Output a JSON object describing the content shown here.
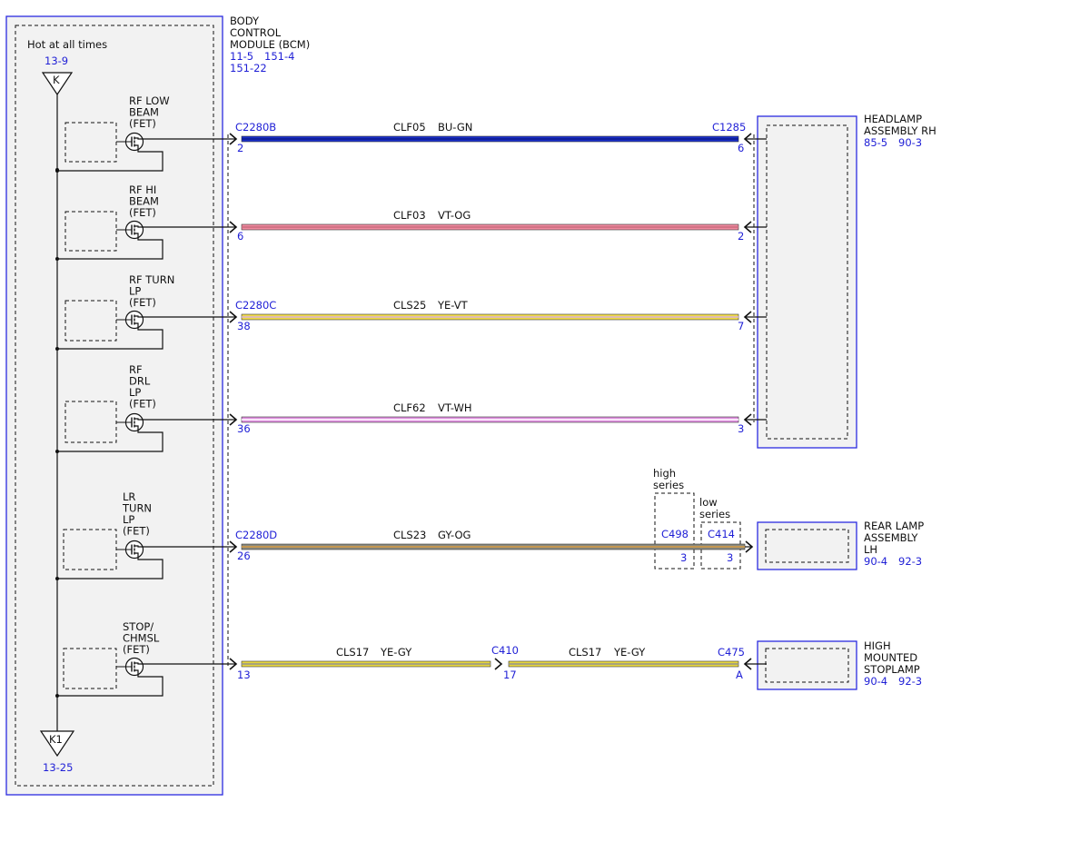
{
  "bcm": {
    "title_lines": [
      "BODY",
      "CONTROL",
      "MODULE (BCM)"
    ],
    "refs": [
      "11-5",
      "151-4",
      "151-22"
    ],
    "hot_label": "Hot at all times",
    "top_ref": "13-9",
    "top_letter": "K",
    "bottom_letter": "K1",
    "bottom_ref": "13-25"
  },
  "fets": [
    {
      "lines": [
        "RF LOW",
        "BEAM",
        "(FET)"
      ]
    },
    {
      "lines": [
        "RF HI",
        "BEAM",
        "(FET)"
      ]
    },
    {
      "lines": [
        "RF TURN",
        "LP",
        "(FET)"
      ]
    },
    {
      "lines": [
        "RF",
        "DRL",
        "LP",
        "(FET)"
      ]
    },
    {
      "lines": [
        "LR",
        "TURN",
        "LP",
        "(FET)"
      ]
    },
    {
      "lines": [
        "STOP/",
        "CHMSL",
        "(FET)"
      ]
    }
  ],
  "circuits": [
    {
      "left_connector": "C2280B",
      "left_pin": "2",
      "circuit": "CLF05",
      "color_code": "BU-GN",
      "right_connector": "C1285",
      "right_pin": "6",
      "wire_color": "#1a2fc8",
      "stripe_color": "#0d1a8a"
    },
    {
      "left_connector": "",
      "left_pin": "6",
      "circuit": "CLF03",
      "color_code": "VT-OG",
      "right_connector": "",
      "right_pin": "2",
      "wire_color": "#f08aa0",
      "stripe_color": "#c86a7a"
    },
    {
      "left_connector": "C2280C",
      "left_pin": "38",
      "circuit": "CLS25",
      "color_code": "YE-VT",
      "right_connector": "",
      "right_pin": "7",
      "wire_color": "#f2dc4a",
      "stripe_color": "#d8b0d8"
    },
    {
      "left_connector": "",
      "left_pin": "36",
      "circuit": "CLF62",
      "color_code": "VT-WH",
      "right_connector": "",
      "right_pin": "3",
      "wire_color": "#e090e0",
      "stripe_color": "#ffffff"
    },
    {
      "left_connector": "C2280D",
      "left_pin": "26",
      "circuit": "CLS23",
      "color_code": "GY-OG",
      "right_connector": "C414",
      "right_pin": "3",
      "wire_color": "#8a8a80",
      "stripe_color": "#d89a40"
    },
    {
      "left_connector": "",
      "left_pin": "13",
      "circuit": "CLS17",
      "color_code": "YE-GY",
      "right_connector": "C410",
      "right_pin": "17",
      "wire_color": "#e8d840",
      "stripe_color": "#909090"
    },
    {
      "left_connector": "",
      "left_pin": "",
      "circuit": "CLS17",
      "color_code": "YE-GY",
      "right_connector": "C475",
      "right_pin": "A",
      "wire_color": "#e8d840",
      "stripe_color": "#909090"
    }
  ],
  "series_boxes": {
    "high": {
      "label_lines": [
        "high",
        "series"
      ],
      "connector": "C498",
      "pin": "3"
    },
    "low": {
      "label_lines": [
        "low",
        "series"
      ],
      "connector": "C414",
      "pin": "3"
    }
  },
  "components": [
    {
      "name_lines": [
        "HEADLAMP",
        "ASSEMBLY RH"
      ],
      "refs": [
        "85-5",
        "90-3"
      ]
    },
    {
      "name_lines": [
        "REAR LAMP",
        "ASSEMBLY",
        "LH"
      ],
      "refs": [
        "90-4",
        "92-3"
      ]
    },
    {
      "name_lines": [
        "HIGH",
        "MOUNTED",
        "STOPLAMP"
      ],
      "refs": [
        "90-4",
        "92-3"
      ]
    }
  ]
}
